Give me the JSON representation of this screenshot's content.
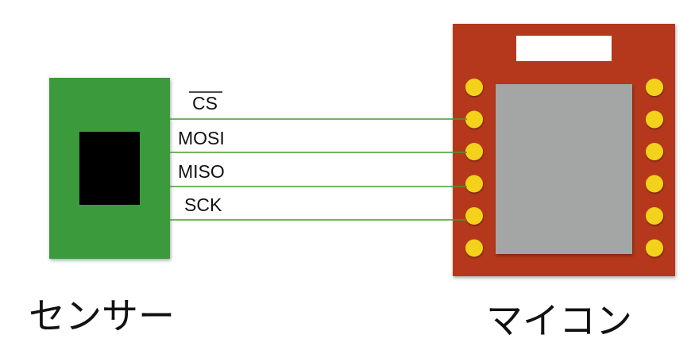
{
  "sensor": {
    "label": "センサー",
    "board_color": "#3a9a3a",
    "chip_color": "#000000"
  },
  "mcu": {
    "label": "マイコン",
    "board_color": "#b5371f",
    "chip_color": "#a3a6a5",
    "sticker_color": "#ffffff",
    "pin_color": "#f4d21e",
    "pins_per_side": 6
  },
  "wire_color": "#4a9a2a",
  "signals": [
    {
      "name": "CS",
      "active_low": true
    },
    {
      "name": "MOSI",
      "active_low": false
    },
    {
      "name": "MISO",
      "active_low": false
    },
    {
      "name": "SCK",
      "active_low": false
    }
  ]
}
